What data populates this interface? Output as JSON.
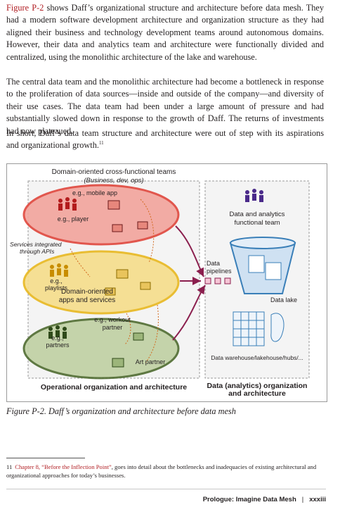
{
  "paragraphs": {
    "p1_ref": "Figure P-2",
    "p1_text": " shows Daff’s organizational structure and architecture before data mesh. They had a modern software development architecture and organization structure as they had aligned their business and technology development teams around autonomous domains. However, their data and analytics team and architecture were functionally divided and centralized, using the monolithic architecture of the lake and warehouse.",
    "p2": "The central data team and the monolithic architecture had become a bottleneck in response to the proliferation of data sources—inside and outside of the company—and diversity of their use cases. The data team had been under a large amount of pressure and had substantially slowed down in response to the growth of Daff. The returns of investments had now plateaued.",
    "p3_text": "In short, Daff’s data team structure and architecture were out of step with its aspirations and organizational growth.",
    "p3_sup": "11"
  },
  "figure": {
    "title": "Domain-oriented cross-functional teams",
    "subtitle": "(Business, dev, ops)",
    "mobile_app": "e.g., mobile app",
    "player": "e.g., player",
    "services_1": "Services integrated",
    "services_2": "through APIs",
    "playlists_1": "e.g.,",
    "playlists_2": "playlists",
    "domain_apps_1": "Domain-oriented",
    "domain_apps_2": "apps and services",
    "workout_1": "e.g., workout",
    "workout_2": "partner",
    "partners_1": "e.g.,",
    "partners_2": "partners",
    "art_partner": "Art partner",
    "data_team_1": "Data and analytics",
    "data_team_2": "functional team",
    "pipelines_1": "Data",
    "pipelines_2": "pipelines",
    "data_lake": "Data lake",
    "warehouse": "Data warehouse/lakehouse/hubs/...",
    "op_org": "Operational organization and architecture",
    "data_org_1": "Data (analytics) organization",
    "data_org_2": "and architecture",
    "colors": {
      "red": "#e0463c",
      "yellow": "#e8b81f",
      "green": "#4e6b2f",
      "blue": "#3a7fb8",
      "arrow": "#8b1f4e"
    }
  },
  "caption": "Figure P-2. Daff’s organization and architecture before data mesh",
  "footnote": {
    "num": "11",
    "ref": "Chapter 8, “Before the Inflection Point”",
    "text": ", goes into detail about the bottlenecks and inadequacies of existing architectural and organizational approaches for today’s businesses."
  },
  "running_head": {
    "title": "Prologue: Imagine Data Mesh",
    "page": "xxxiii"
  }
}
